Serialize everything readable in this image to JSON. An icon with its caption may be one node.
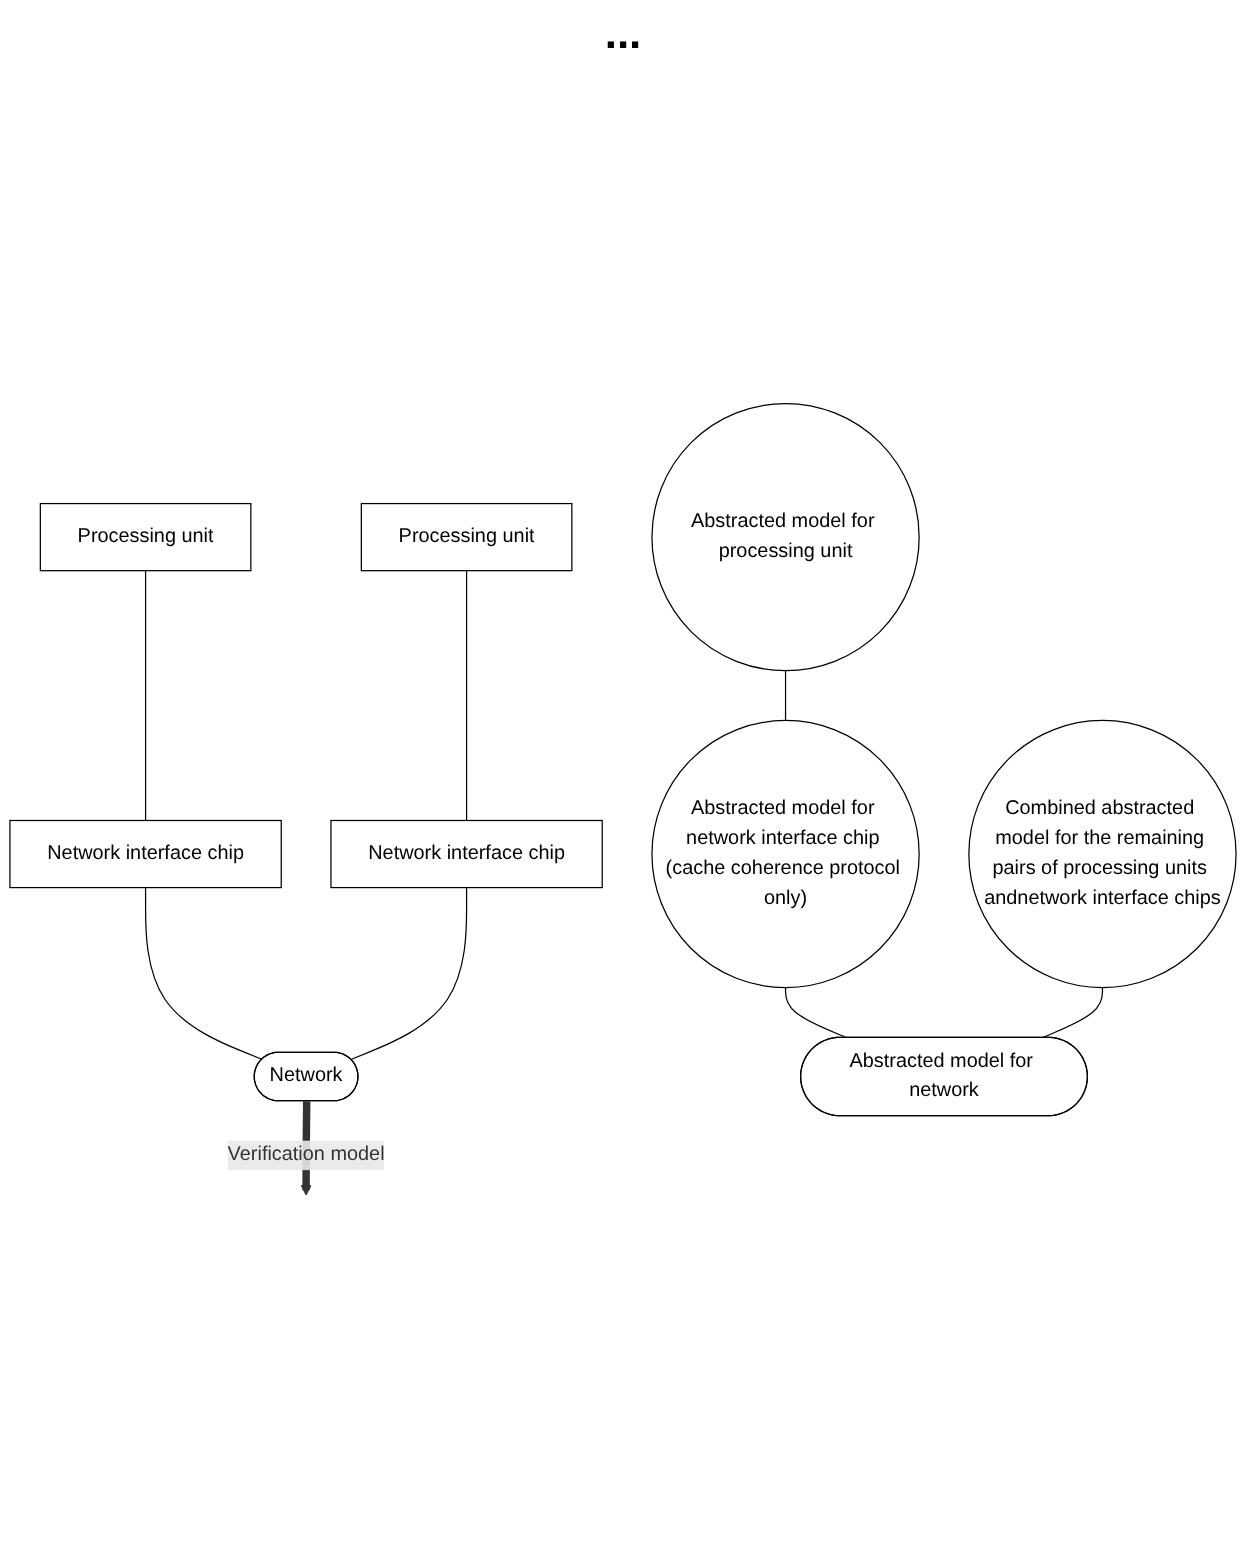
{
  "diagram": {
    "nodes": [
      {
        "text": [
          "Processing unit"
        ]
      },
      {
        "text": [
          "Network interface chip"
        ]
      },
      {
        "text": [
          "Processing unit"
        ]
      },
      {
        "text": [
          "Network interface chip"
        ]
      },
      {
        "text": [
          "Network"
        ]
      },
      {
        "text": [
          "Abstracted model for processing unit"
        ]
      },
      {
        "text": [
          "Abstracted model for network interface chip (cache coherence protocol only)"
        ]
      },
      {
        "text": [
          "Combined abstracted model for the remaining pairs of processing units andnetwork interface chips"
        ]
      },
      {
        "text": [
          "Abstracted model for network"
        ]
      }
    ],
    "edges": [
      {
        "from": 0,
        "to": 1,
        "arrow": "none"
      },
      {
        "from": 2,
        "to": 3,
        "arrow": "none"
      },
      {
        "from": 1,
        "to": 4,
        "arrow": "none"
      },
      {
        "from": 3,
        "to": 4,
        "arrow": "none"
      },
      {
        "from": 4,
        "to": null,
        "arrow": "to",
        "label": "Verification model",
        "style": "thick"
      },
      {
        "from": 5,
        "to": 6,
        "arrow": "none"
      },
      {
        "from": 6,
        "to": 8,
        "arrow": "none"
      },
      {
        "from": 7,
        "to": 8,
        "arrow": "none"
      }
    ],
    "labels": [
      "..."
    ]
  }
}
